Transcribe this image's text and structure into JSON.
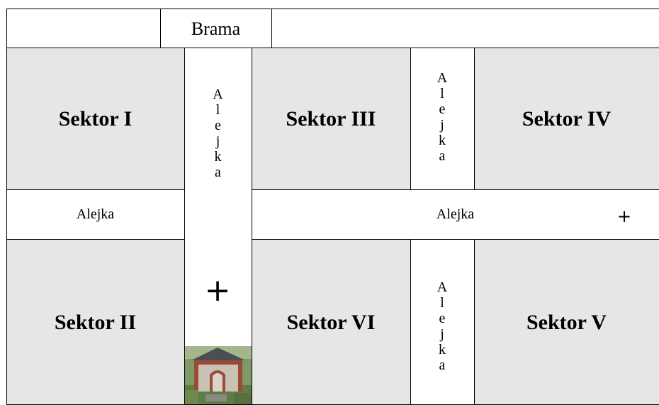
{
  "gate": "Brama",
  "sectors": {
    "s1": "Sektor I",
    "s2": "Sektor II",
    "s3": "Sektor III",
    "s4": "Sektor IV",
    "s5": "Sektor V",
    "s6": "Sektor VI"
  },
  "alley_label": "Alejka",
  "vertical_alley_letters": [
    "A",
    "l",
    "e",
    "j",
    "k",
    "a"
  ],
  "cross_symbol": "+",
  "chapel_icon": "chapel-photo-icon"
}
